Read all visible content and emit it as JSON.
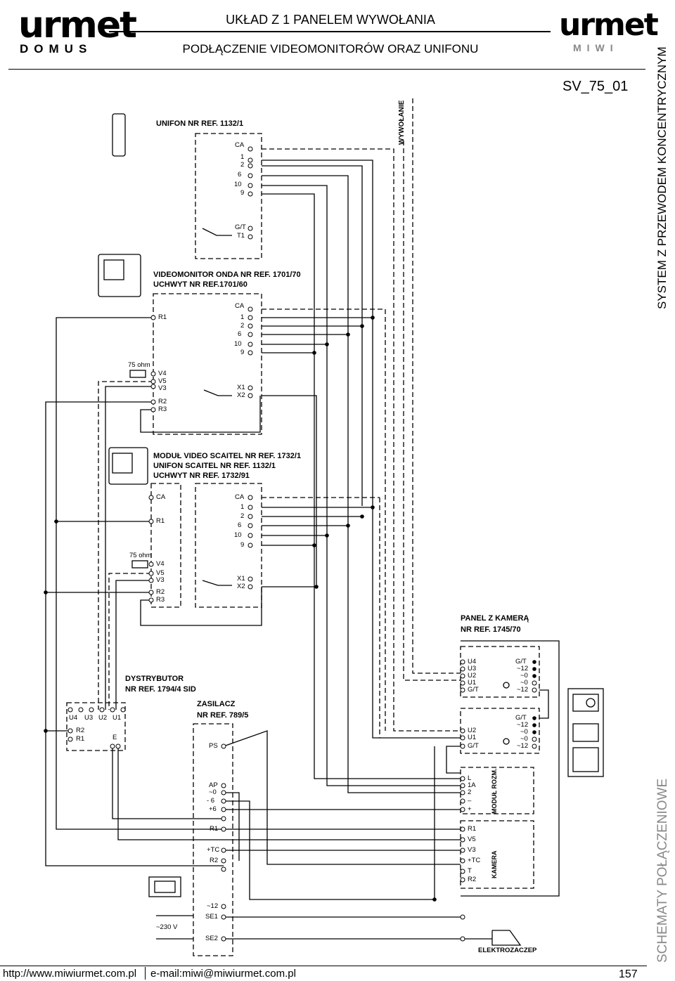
{
  "header": {
    "brand_left": "urmet",
    "brand_left_sub": "DOMUS",
    "brand_right": "urmet",
    "brand_right_sub": "MIWI",
    "title_line1": "UKŁAD Z 1 PANELEM WYWOŁANIA",
    "title_line2": "PODŁĄCZENIE VIDEOMONITORÓW ORAZ UNIFONU",
    "code": "SV_75_01"
  },
  "side": {
    "system_label": "SYSTEM Z PRZEWODEM KONCENTRYCZNYM",
    "section_label": "SCHEMATY POŁĄCZENIOWE",
    "accent_color": "#8a8a8a"
  },
  "footer": {
    "url": "http://www.miwiurmet.com.pl",
    "email": "e-mail:miwi@miwiurmet.com.pl",
    "page": "157"
  },
  "diagram": {
    "call_label": "WYWOŁANIE",
    "unifon": {
      "title": "UNIFON NR REF. 1132/1",
      "terminals": [
        "CA",
        "1",
        "2",
        "6",
        "10",
        "9",
        "G/T",
        "T1"
      ]
    },
    "monitor": {
      "title1": "VIDEOMONITOR ONDA NR REF. 1701/70",
      "title2": "UCHWYT NR REF.1701/60",
      "left_terminals": [
        "R1",
        "V4",
        "V5",
        "V3",
        "R2",
        "R3"
      ],
      "right_terminals": [
        "CA",
        "1",
        "2",
        "6",
        "10",
        "9",
        "X1",
        "X2"
      ],
      "resistor": "75 ohm"
    },
    "module": {
      "title1": "MODUŁ VIDEO SCAITEL NR REF. 1732/1",
      "title2": "UNIFON SCAITEL NR REF. 1132/1",
      "title3": "UCHWYT NR REF. 1732/91",
      "left_terminals": [
        "CA",
        "R1",
        "V4",
        "V5",
        "V3",
        "R2",
        "R3"
      ],
      "right_terminals": [
        "CA",
        "1",
        "2",
        "6",
        "10",
        "9",
        "X1",
        "X2"
      ],
      "resistor": "75 ohm"
    },
    "distributor": {
      "title1": "DYSTRYBUTOR",
      "title2": "NR REF. 1794/4 SID",
      "top_terminals": [
        "U4",
        "U3",
        "U2",
        "U1"
      ],
      "left_terminals": [
        "R2",
        "R1"
      ],
      "e_terminal": "E"
    },
    "power": {
      "title1": "ZASILACZ",
      "title2": "NR REF. 789/5",
      "terminals": [
        "PS",
        "AP",
        "~0",
        "- 6",
        "+6",
        "R1",
        "+TC",
        "R2",
        "~12",
        "SE1",
        "SE2"
      ],
      "mains": "~230 V"
    },
    "panel": {
      "title1": "PANEL Z KAMERĄ",
      "title2": "NR REF. 1745/70",
      "block1_left": [
        "U4",
        "U3",
        "U2",
        "U1",
        "G/T"
      ],
      "block1_right": [
        "G/T",
        "~12",
        "~0",
        "~0",
        "~12"
      ],
      "block2_left": [
        "U2",
        "U1",
        "G/T"
      ],
      "block2_right": [
        "G/T",
        "~12",
        "~0",
        "~0",
        "~12"
      ],
      "module_label": "MODUŁ ROZM.",
      "module_terminals": [
        "L",
        "1A",
        "2",
        "–",
        "+"
      ],
      "camera_label": "KAMERA",
      "camera_terminals": [
        "R1",
        "V5",
        "V3",
        "+TC",
        "T",
        "R2"
      ]
    },
    "lock_label": "ELEKTROZACZEP"
  }
}
